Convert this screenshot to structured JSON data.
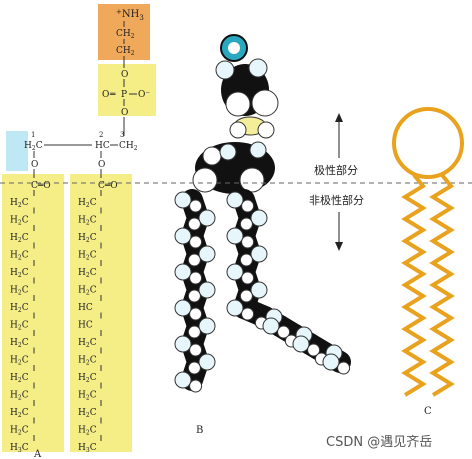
{
  "panel_labels": {
    "a": "A",
    "b": "B",
    "c": "C"
  },
  "region_labels": {
    "polar": "极性部分",
    "nonpolar": "非极性部分"
  },
  "watermark": "CSDN @遇见齐岳",
  "head": {
    "amine": "NH3",
    "amine_plus": "+",
    "amine_sub": "3",
    "ch2": "CH2",
    "phosphate": {
      "o": "O",
      "p": "P",
      "o_minus": "O⁻"
    }
  },
  "glycerol": {
    "c1": "1",
    "c2": "2",
    "c3": "3",
    "h2c": "H2C",
    "hc": "HC",
    "ch2": "CH2",
    "o": "O"
  },
  "ester": {
    "c": "C",
    "eq": "═",
    "o": "O"
  },
  "chain_left_units": [
    "H2C",
    "H2C",
    "H2C",
    "H2C",
    "H2C",
    "H2C",
    "H2C",
    "H2C",
    "H2C",
    "H2C",
    "H2C",
    "H2C",
    "H2C",
    "H2C",
    "H3C"
  ],
  "chain_right_units": [
    "H2C",
    "H2C",
    "H2C",
    "H2C",
    "H2C",
    "H2C",
    "HC",
    "HC",
    "H2C",
    "H2C",
    "H2C",
    "H2C",
    "H2C",
    "H2C",
    "H3C"
  ],
  "colors": {
    "yellow": "#f5ee87",
    "orange": "#f0a95a",
    "cyan": "#bfe8f5",
    "teal": "#2aa8c0",
    "gold": "#e8a21e",
    "black": "#111111"
  }
}
